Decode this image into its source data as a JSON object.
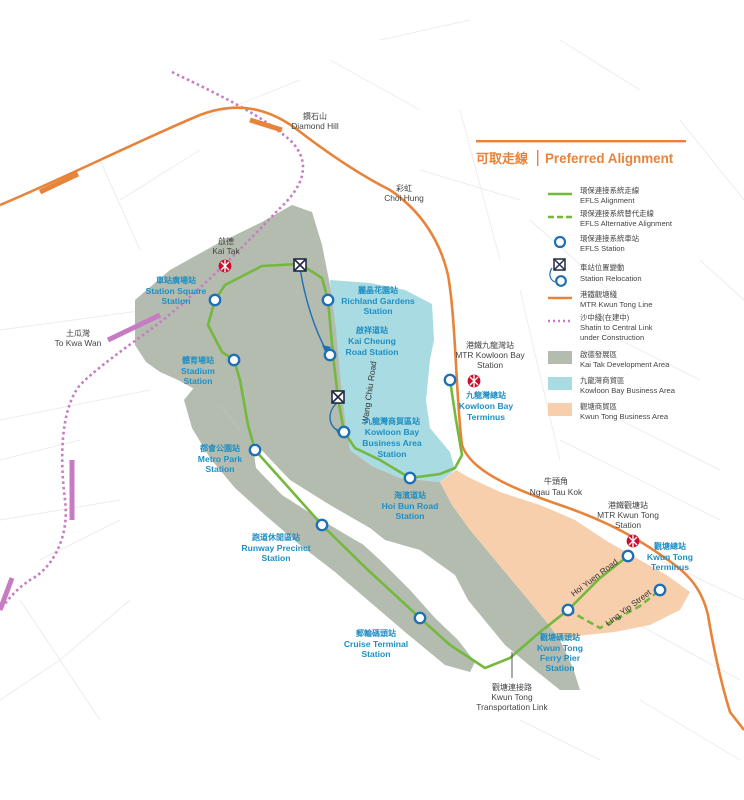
{
  "legend": {
    "title_zh": "可取走線",
    "title_en": "Preferred Alignment",
    "items": [
      {
        "zh": "環保連接系統走線",
        "en": "EFLS Alignment"
      },
      {
        "zh": "環保連接系統替代走線",
        "en": "EFLS Alternative Alignment"
      },
      {
        "zh": "環保連接系統車站",
        "en": "EFLS Station"
      },
      {
        "zh": "車站位置變動",
        "en": "Station Relocation"
      },
      {
        "zh": "港鐵觀塘綫",
        "en": "MTR Kwun Tong Line"
      },
      {
        "zh": "沙中綫(在建中)",
        "en": "Shatin to Central Link",
        "en2": "under Construction"
      },
      {
        "zh": "啟德發展區",
        "en": "Kai Tak Development Area"
      },
      {
        "zh": "九龍灣商貿區",
        "en": "Kowloon Bay Business Area"
      },
      {
        "zh": "觀塘商貿區",
        "en": "Kwun Tong Business Area"
      }
    ]
  },
  "colors": {
    "efls": "#74b83e",
    "mtr": "#e8833a",
    "scl": "#c77bc2",
    "kai_tak": "#b4bcb0",
    "kowloon_bay": "#a9dbe2",
    "kwun_tong": "#f8cfac",
    "station_blue": "#1f6fb5"
  },
  "stations": {
    "station_square": {
      "zh": "車站廣場站",
      "en1": "Station Square",
      "en2": "Station"
    },
    "richland": {
      "zh": "麗晶花園站",
      "en1": "Richland Gardens",
      "en2": "Station"
    },
    "kai_cheung": {
      "zh": "啟祥道站",
      "en1": "Kai Cheung",
      "en2": "Road Station"
    },
    "stadium": {
      "zh": "體育場站",
      "en1": "Stadium",
      "en2": "Station"
    },
    "kb_business": {
      "zh": "九龍灣商貿區站",
      "en1": "Kowloon Bay",
      "en2": "Business Area",
      "en3": "Station"
    },
    "kb_terminus": {
      "zh": "九龍灣總站",
      "en1": "Kowloon Bay",
      "en2": "Terminus"
    },
    "metro_park": {
      "zh": "都會公園站",
      "en1": "Metro Park",
      "en2": "Station"
    },
    "hoi_bun": {
      "zh": "海濱道站",
      "en1": "Hoi Bun Road",
      "en2": "Station"
    },
    "runway": {
      "zh": "跑道休閒區站",
      "en1": "Runway Precinct",
      "en2": "Station"
    },
    "cruise": {
      "zh": "郵輪碼頭站",
      "en1": "Cruise Terminal",
      "en2": "Station"
    },
    "kt_ferry": {
      "zh": "觀塘碼頭站",
      "en1": "Kwun Tong",
      "en2": "Ferry Pier",
      "en3": "Station"
    },
    "kt_terminus": {
      "zh": "觀塘總站",
      "en1": "Kwun Tong",
      "en2": "Terminus"
    }
  },
  "places": {
    "diamond_hill": {
      "zh": "鑽石山",
      "en": "Diamond Hill"
    },
    "choi_hung": {
      "zh": "彩虹",
      "en": "Choi Hung"
    },
    "to_kwa_wan": {
      "zh": "土瓜灣",
      "en": "To Kwa Wan"
    },
    "kai_tak": {
      "zh": "啟德",
      "en": "Kai Tak"
    },
    "mtr_kowloon_bay": {
      "zh": "港鐵九龍灣站",
      "en1": "MTR Kowloon Bay",
      "en2": "Station"
    },
    "ngau_tau_kok": {
      "zh": "牛頭角",
      "en": "Ngau Tau Kok"
    },
    "mtr_kwun_tong": {
      "zh": "港鐵觀塘站",
      "en1": "MTR Kwun Tong",
      "en2": "Station"
    },
    "transport_link": {
      "zh": "觀塘連接路",
      "en1": "Kwun Tong",
      "en2": "Transportation Link"
    }
  },
  "roads": {
    "wang_chiu": "Wang Chiu Road",
    "hoi_yuen": "Hoi Yuen Road",
    "ling_yip": "Ling Yip Street"
  }
}
